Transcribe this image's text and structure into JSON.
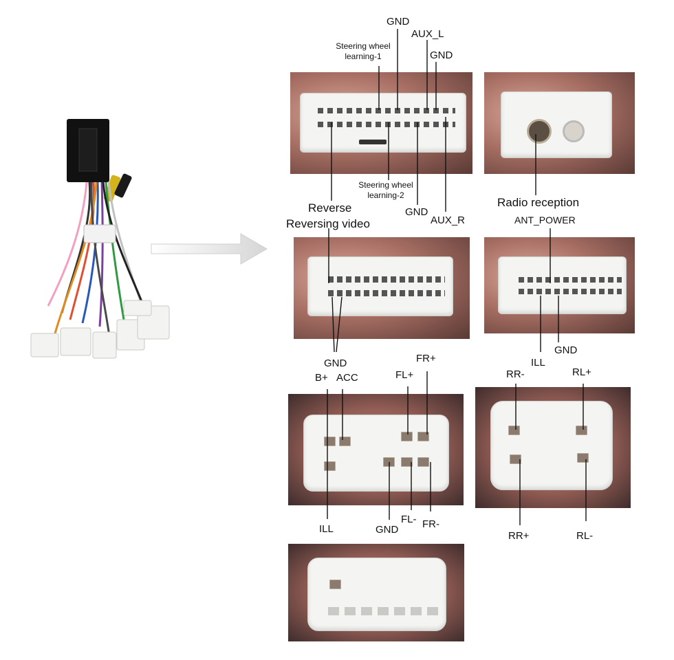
{
  "labels": {
    "gnd_top": "GND",
    "aux_l": "AUX_L",
    "gnd_top2": "GND",
    "steering1_line1": "Steering wheel",
    "steering1_line2": "learning-1",
    "steering2_line1": "Steering wheel",
    "steering2_line2": "learning-2",
    "gnd_mid": "GND",
    "aux_r": "AUX_R",
    "radio_reception": "Radio reception",
    "reverse": "Reverse",
    "reversing_video": "Reversing video",
    "ant_power": "ANT_POWER",
    "gnd_rev": "GND",
    "ill_ant": "ILL",
    "gnd_ant": "GND",
    "b_plus": "B+",
    "acc": "ACC",
    "fl_plus": "FL+",
    "fr_plus": "FR+",
    "ill_spk": "ILL",
    "gnd_spk": "GND",
    "fl_minus": "FL-",
    "fr_minus": "FR-",
    "rr_minus": "RR-",
    "rl_plus": "RL+",
    "rr_plus": "RR+",
    "rl_minus": "RL-"
  },
  "colors": {
    "arrow": "#d9d9d9",
    "connector": "#f4f4f2",
    "leader": "#111111"
  }
}
